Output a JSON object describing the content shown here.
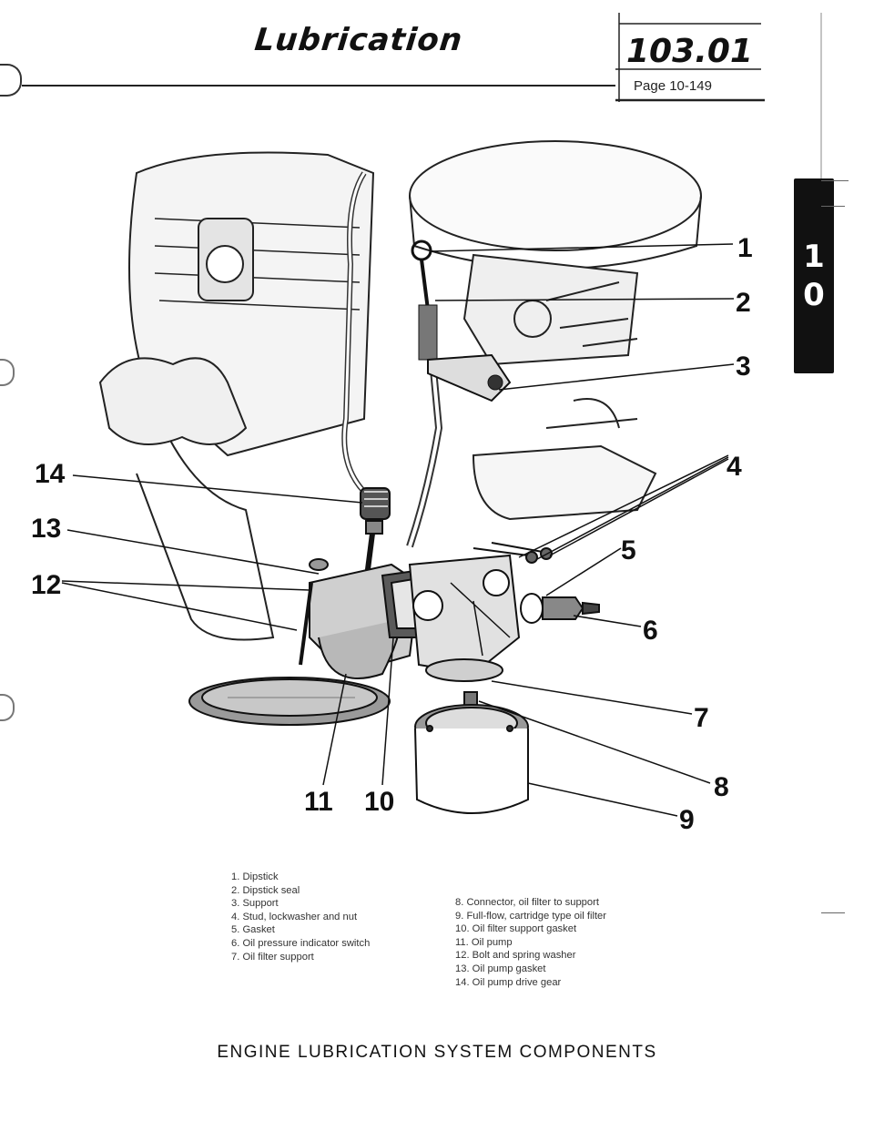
{
  "header": {
    "section_title": "Lubrication",
    "section_number": "103.01",
    "page_number": "Page 10-149"
  },
  "side_tab": {
    "label_digits": [
      "1",
      "0"
    ]
  },
  "callout_labels": [
    "1",
    "2",
    "3",
    "4",
    "5",
    "6",
    "7",
    "8",
    "9",
    "10",
    "11",
    "12",
    "13",
    "14"
  ],
  "legend": {
    "left_column": [
      "1. Dipstick",
      "2. Dipstick seal",
      "3. Support",
      "4. Stud, lockwasher and nut",
      "5. Gasket",
      "6. Oil pressure indicator switch",
      "7. Oil filter support"
    ],
    "right_column": [
      "8. Connector, oil filter to support",
      "9. Full-flow, cartridge type oil filter",
      "10. Oil filter support gasket",
      "11. Oil pump",
      "12. Bolt and spring washer",
      "13. Oil pump gasket",
      "14. Oil pump drive gear"
    ]
  },
  "caption": "ENGINE LUBRICATION SYSTEM COMPONENTS"
}
